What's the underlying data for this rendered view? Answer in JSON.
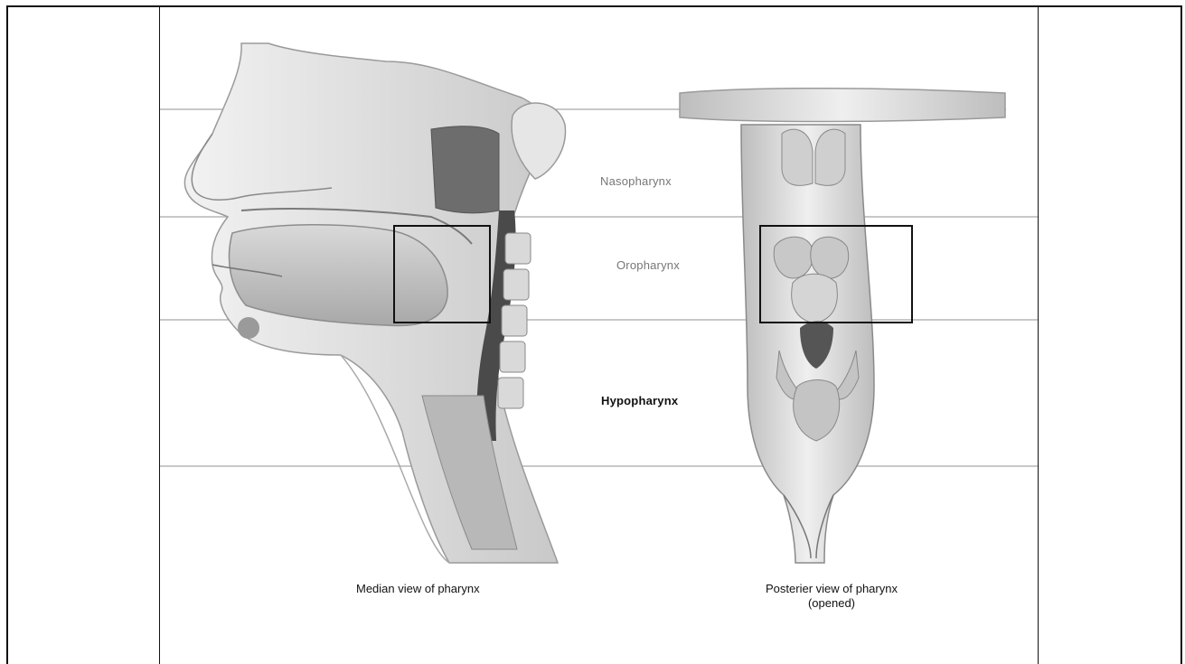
{
  "figure": {
    "region_labels": {
      "nasopharynx": "Nasopharynx",
      "oropharynx": "Oropharynx",
      "hypopharynx": "Hypopharynx"
    },
    "captions": {
      "median": "Median view of pharynx",
      "posterior_line1": "Posterier view of pharynx",
      "posterior_line2": "(opened)"
    }
  }
}
